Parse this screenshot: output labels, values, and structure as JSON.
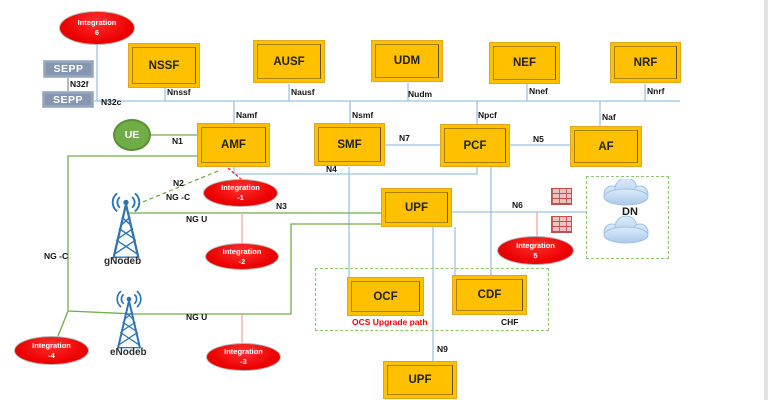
{
  "diagram": {
    "title_hint": "5G core network integration diagram",
    "nf_boxes": {
      "nssf": "NSSF",
      "ausf": "AUSF",
      "udm": "UDM",
      "nef": "NEF",
      "nrf": "NRF",
      "amf": "AMF",
      "smf": "SMF",
      "pcf": "PCF",
      "af": "AF",
      "upf1": "UPF",
      "upf2": "UPF",
      "ocf": "OCF",
      "cdf": "CDF"
    },
    "sepp": {
      "top": "SEPP",
      "bottom": "SEPP"
    },
    "ue_label": "UE",
    "towers": {
      "gnodeb": "gNodeb",
      "enodeb": "eNodeb"
    },
    "dn_label": "DN",
    "chf_label": "CHF",
    "ocs_caption": "OCS Upgrade path",
    "interfaces": {
      "n32f": "N32f",
      "n32c": "N32c",
      "nnssf": "Nnssf",
      "nausf": "Nausf",
      "nudm": "Nudm",
      "nnef": "Nnef",
      "nnrf": "Nnrf",
      "namf": "Namf",
      "nsmf": "Nsmf",
      "npcf": "Npcf",
      "naf": "Naf",
      "n1": "N1",
      "n2": "N2",
      "ng_c_gnb": "NG -C",
      "ng_u_gnb": "NG U",
      "n3": "N3",
      "n4": "N4",
      "n7": "N7",
      "n5": "N5",
      "n6": "N6",
      "ng_c_enb": "NG -C",
      "ng_u_enb": "NG U",
      "n9": "N9"
    },
    "integrations": {
      "int6": {
        "line1": "Integration",
        "line2": "6"
      },
      "int1": {
        "line1": "Integration",
        "line2": "-1"
      },
      "int2": {
        "line1": "Integration",
        "line2": "-2"
      },
      "int3": {
        "line1": "Integration",
        "line2": "-3"
      },
      "int4": {
        "line1": "Integration",
        "line2": "-4"
      },
      "int5": {
        "line1": "Integration",
        "line2": "5"
      }
    },
    "colors": {
      "nf_yellow": "#FFC000",
      "integration_red": "#FF0000",
      "green_line": "#70AD47",
      "blue_line": "#9DC3E6",
      "sepp_gray": "#8496B0",
      "tower_blue": "#2E75B6",
      "caption_red": "#FF0000"
    }
  }
}
